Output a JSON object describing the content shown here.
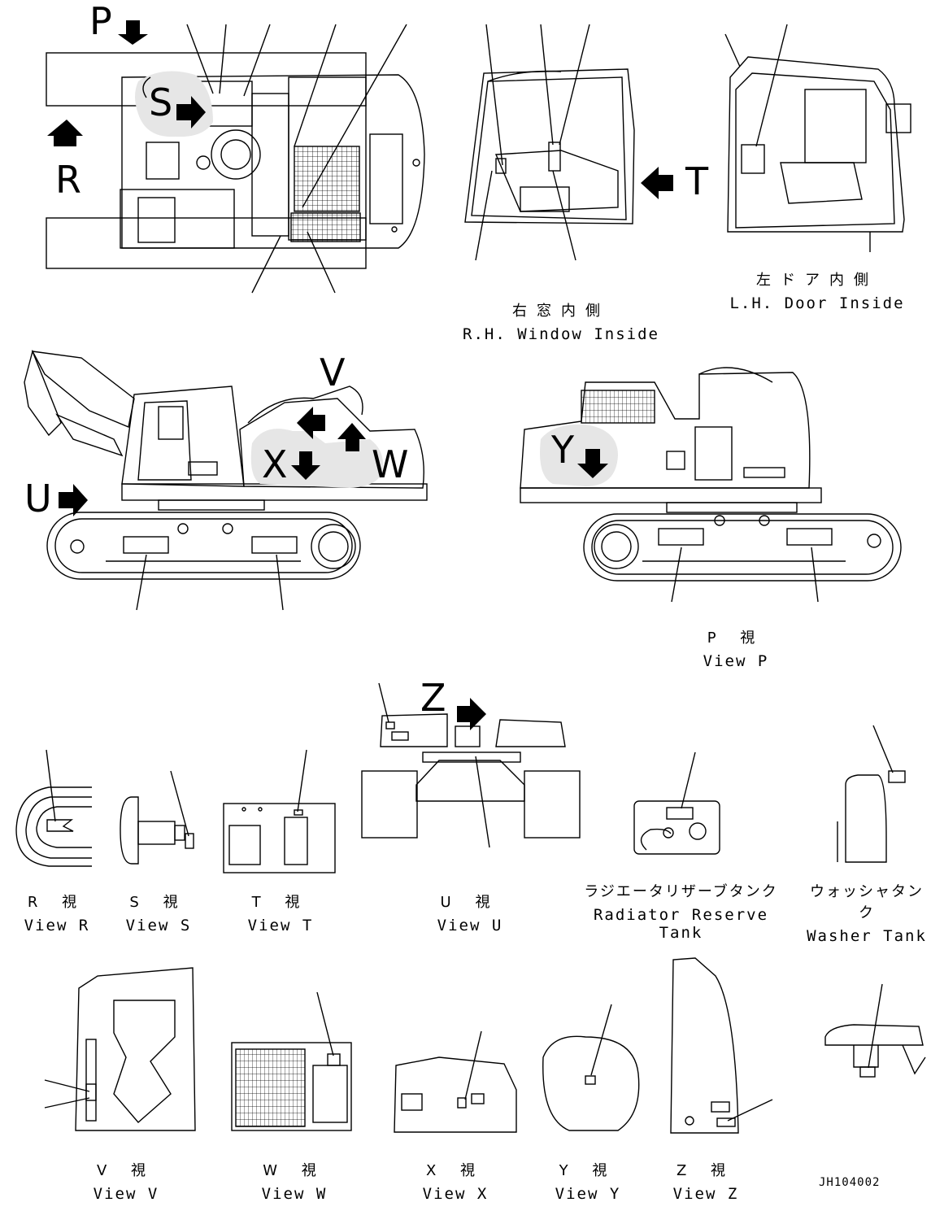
{
  "view_letters": {
    "P": "P",
    "S": "S",
    "R": "R",
    "T": "T",
    "V": "V",
    "U": "U",
    "X": "X",
    "W": "W",
    "Y": "Y",
    "Z": "Z"
  },
  "captions": {
    "rh_window": {
      "jp": "右窓内側",
      "en": "R.H. Window Inside"
    },
    "lh_door": {
      "jp": "左ドア内側",
      "en": "L.H. Door Inside"
    },
    "view_p": {
      "jp": "P 視",
      "en": "View P"
    },
    "view_r": {
      "jp": "R 視",
      "en": "View R"
    },
    "view_s": {
      "jp": "S 視",
      "en": "View S"
    },
    "view_t": {
      "jp": "T 視",
      "en": "View T"
    },
    "view_u": {
      "jp": "U 視",
      "en": "View U"
    },
    "radiator": {
      "jp": "ラジエータリザーブタンク",
      "en": "Radiator Reserve Tank"
    },
    "washer": {
      "jp": "ウォッシャタンク",
      "en": "Washer Tank"
    },
    "view_v": {
      "jp": "V 視",
      "en": "View V"
    },
    "view_w": {
      "jp": "W 視",
      "en": "View W"
    },
    "view_x": {
      "jp": "X 視",
      "en": "View X"
    },
    "view_y": {
      "jp": "Y 視",
      "en": "View Y"
    },
    "view_z": {
      "jp": "Z 視",
      "en": "View Z"
    }
  },
  "drawing_number": "JH104002",
  "colors": {
    "line": "#000000",
    "background": "#ffffff",
    "shade": "#e6e6e6"
  }
}
